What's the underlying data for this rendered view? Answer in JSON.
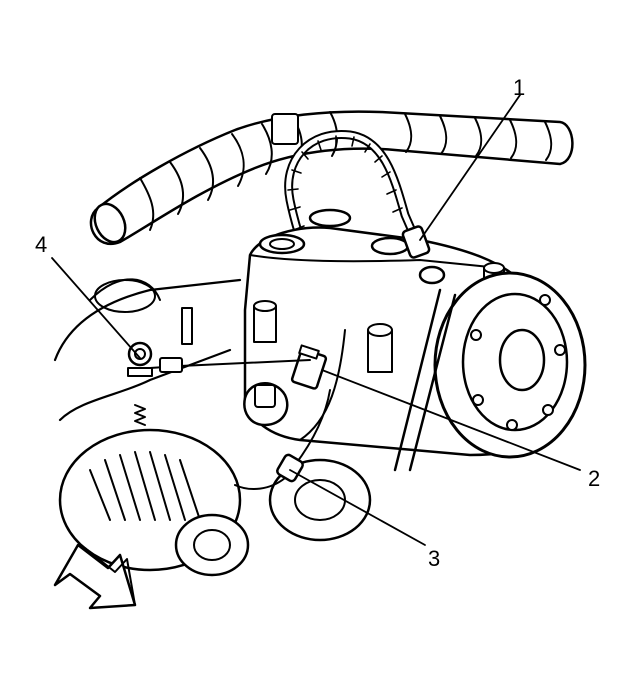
{
  "callouts": [
    {
      "id": "1",
      "label": "1"
    },
    {
      "id": "2",
      "label": "2"
    },
    {
      "id": "3",
      "label": "3"
    },
    {
      "id": "4",
      "label": "4"
    }
  ],
  "icons": {
    "direction_arrow": "front-direction-arrow-icon"
  }
}
